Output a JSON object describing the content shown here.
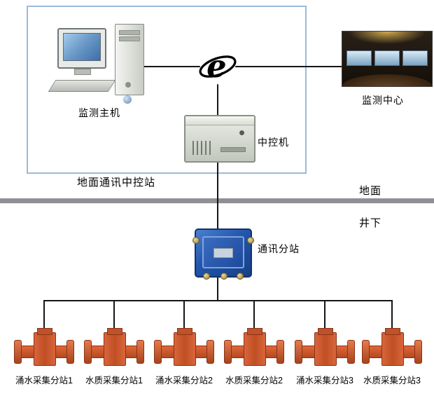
{
  "diagram": {
    "ground_station": {
      "label": "地面通讯中控站"
    },
    "zones": {
      "surface": "地面",
      "underground": "井下"
    },
    "nodes": {
      "monitor_host": {
        "label": "监测主机"
      },
      "monitor_center": {
        "label": "监测中心"
      },
      "central_control": {
        "label": "中控机"
      },
      "comm_substation": {
        "label": "通讯分站"
      }
    },
    "devices": [
      {
        "label": "涌水采集分站1"
      },
      {
        "label": "水质采集分站1"
      },
      {
        "label": "涌水采集分站2"
      },
      {
        "label": "水质采集分站2"
      },
      {
        "label": "涌水采集分站3"
      },
      {
        "label": "水质采集分站3"
      }
    ],
    "icons": {
      "internet": "ie-browser-icon"
    },
    "colors": {
      "box_border_blue": "#9bbcd8",
      "divider_gray": "#8f9094",
      "junction_blue": "#2255ab",
      "device_orange": "#c9542a",
      "line_black": "#151515"
    }
  }
}
